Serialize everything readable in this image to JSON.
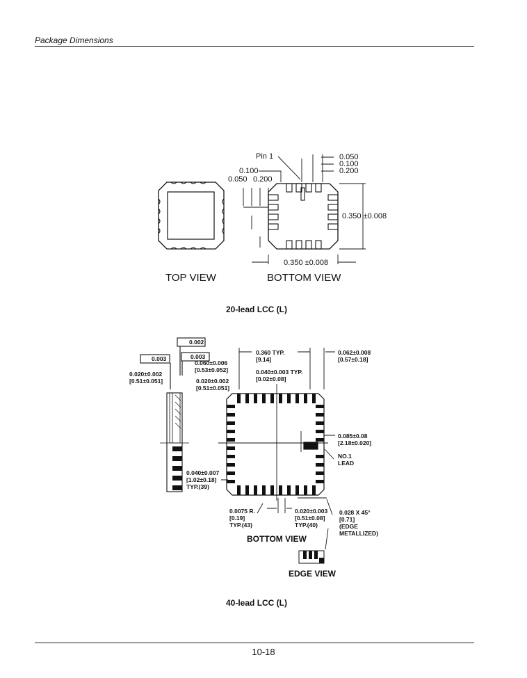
{
  "header": {
    "title": "Package Dimensions"
  },
  "lcc20": {
    "pin1": "Pin 1",
    "top_dims": [
      "0.050",
      "0.100",
      "0.200"
    ],
    "left_dim_a": "0.100",
    "left_dim_b": "0.050",
    "left_dim_c": "0.200",
    "height": "0.350 ±0.008",
    "width": "0.350 ±0.008",
    "top_view": "TOP VIEW",
    "bottom_view": "BOTTOM VIEW",
    "title": "20-lead LCC (L)"
  },
  "lcc40": {
    "flatness_1": "0.002",
    "flatness_2": "0.003",
    "flatness_3": "0.003",
    "lid_thick": [
      "0.060±0.006",
      "[0.53±0.052]"
    ],
    "side_left": [
      "0.020±0.002",
      "[0.51±0.051]"
    ],
    "side_right": [
      "0.020±0.002",
      "[0.51±0.051]"
    ],
    "typ_360": [
      "0.360 TYP.",
      "[9.14]"
    ],
    "typ_040_003": [
      "0.040±0.003 TYP.",
      "[0.02±0.08]"
    ],
    "d_062": [
      "0.062±0.008",
      "[0.57±0.18]"
    ],
    "d_085": [
      "0.085±0.08",
      "[2.18±0.020]"
    ],
    "no1": [
      "NO.1",
      "LEAD"
    ],
    "d_040_007": [
      "0.040±0.007",
      "[1.02±0.18]",
      "TYP.(39)"
    ],
    "d_0075": [
      "0.0075 R.",
      "[0.19]",
      "TYP.(43)"
    ],
    "d_020_003": [
      "0.020±0.003",
      "[0.51±0.08]",
      "TYP.(40)"
    ],
    "d_028": [
      "0.028 X 45°",
      "[0.71]",
      "(EDGE",
      "METALLIZED)"
    ],
    "bottom_view": "BOTTOM VIEW",
    "edge_view": "EDGE VIEW",
    "title": "40-lead LCC (L)"
  },
  "footer": {
    "page": "10-18"
  }
}
